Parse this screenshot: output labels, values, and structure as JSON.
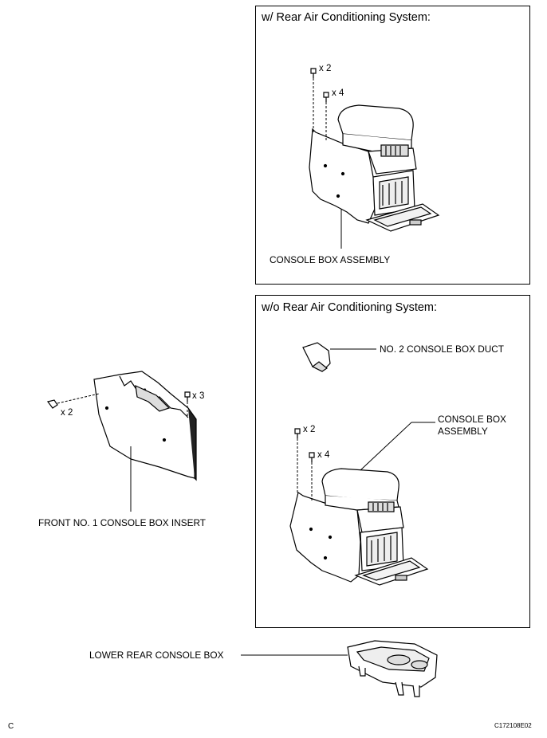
{
  "panels": {
    "with_rear_ac": {
      "title": "w/ Rear Air Conditioning System:",
      "screw_qty_a": "x 2",
      "screw_qty_b": "x 4",
      "part_label": "CONSOLE BOX ASSEMBLY"
    },
    "without_rear_ac": {
      "title": "w/o Rear Air Conditioning System:",
      "duct_label": "NO. 2 CONSOLE BOX DUCT",
      "assembly_label_line1": "CONSOLE BOX",
      "assembly_label_line2": "ASSEMBLY",
      "screw_qty_a": "x 2",
      "screw_qty_b": "x 4"
    }
  },
  "front_insert": {
    "label": "FRONT NO. 1 CONSOLE BOX INSERT",
    "clip_qty": "x 2",
    "screw_qty": "x 3"
  },
  "lower_rear": {
    "label": "LOWER REAR CONSOLE BOX"
  },
  "footer": {
    "corner_letter": "C",
    "figure_code": "C172108E02"
  }
}
